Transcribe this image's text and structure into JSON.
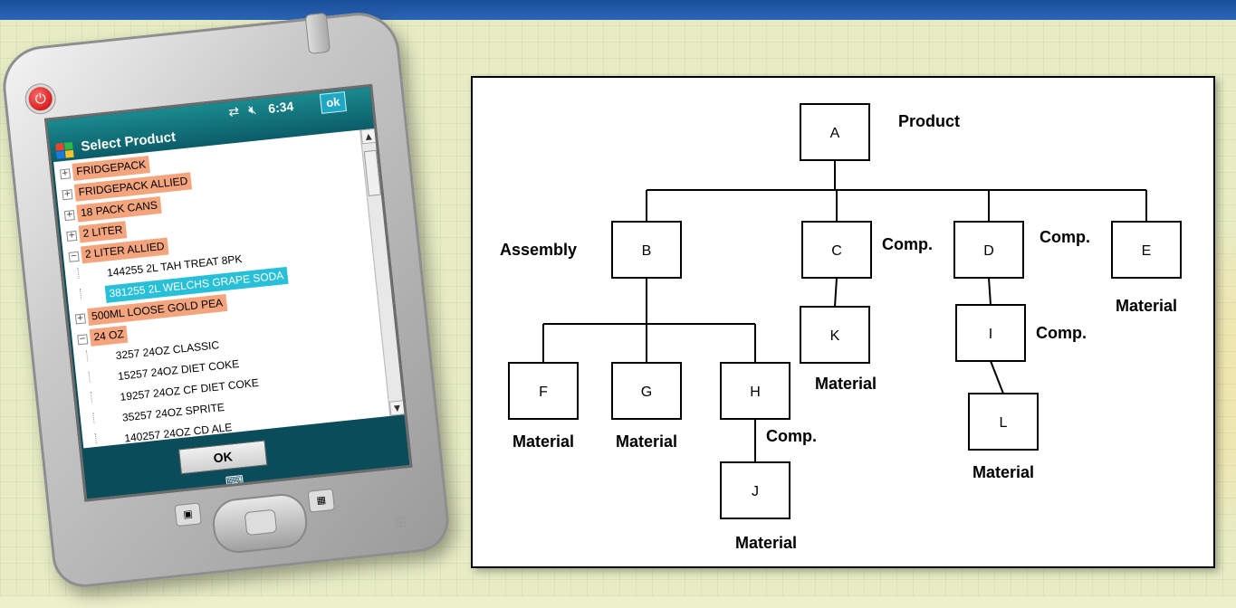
{
  "device": {
    "status": {
      "time": "6:34",
      "ok_label": "ok"
    },
    "app_title": "Select Product",
    "tree": [
      {
        "label": "FRIDGEPACK",
        "level": 0,
        "state": "collapsed",
        "style": "hl"
      },
      {
        "label": "FRIDGEPACK ALLIED",
        "level": 0,
        "state": "collapsed",
        "style": "hl"
      },
      {
        "label": "18 PACK  CANS",
        "level": 0,
        "state": "collapsed",
        "style": "hl"
      },
      {
        "label": "2 LITER",
        "level": 0,
        "state": "collapsed",
        "style": "hl"
      },
      {
        "label": "2 LITER ALLIED",
        "level": 0,
        "state": "expanded",
        "style": "hl"
      },
      {
        "label": "144255 2L TAH TREAT 8PK",
        "level": 1,
        "state": "leaf",
        "style": "plain"
      },
      {
        "label": "381255 2L WELCHS GRAPE SODA",
        "level": 1,
        "state": "leaf",
        "style": "sel"
      },
      {
        "label": "500ML LOOSE GOLD PEA",
        "level": 0,
        "state": "collapsed",
        "style": "hl"
      },
      {
        "label": "24 OZ",
        "level": 0,
        "state": "expanded",
        "style": "hl"
      },
      {
        "label": "3257 24OZ CLASSIC",
        "level": 1,
        "state": "leaf",
        "style": "plain"
      },
      {
        "label": "15257 24OZ DIET COKE",
        "level": 1,
        "state": "leaf",
        "style": "plain"
      },
      {
        "label": "19257 24OZ CF DIET COKE",
        "level": 1,
        "state": "leaf",
        "style": "plain"
      },
      {
        "label": "35257 24OZ SPRITE",
        "level": 1,
        "state": "leaf",
        "style": "plain"
      },
      {
        "label": "140257 24OZ CD ALE",
        "level": 1,
        "state": "leaf",
        "style": "plain"
      }
    ],
    "ok_button_label": "OK"
  },
  "diagram": {
    "nodes": [
      {
        "id": "A",
        "label": "A"
      },
      {
        "id": "B",
        "label": "B"
      },
      {
        "id": "C",
        "label": "C"
      },
      {
        "id": "D",
        "label": "D"
      },
      {
        "id": "E",
        "label": "E"
      },
      {
        "id": "F",
        "label": "F"
      },
      {
        "id": "G",
        "label": "G"
      },
      {
        "id": "H",
        "label": "H"
      },
      {
        "id": "K",
        "label": "K"
      },
      {
        "id": "I",
        "label": "I"
      },
      {
        "id": "J",
        "label": "J"
      },
      {
        "id": "L",
        "label": "L"
      }
    ],
    "notes": [
      {
        "for": "A",
        "text": "Product"
      },
      {
        "for": "B",
        "text": "Assembly"
      },
      {
        "for": "C",
        "text": "Comp."
      },
      {
        "for": "D",
        "text": "Comp."
      },
      {
        "for": "E",
        "text": "Material"
      },
      {
        "for": "F",
        "text": "Material"
      },
      {
        "for": "G",
        "text": "Material"
      },
      {
        "for": "H",
        "text": "Comp."
      },
      {
        "for": "K",
        "text": "Material"
      },
      {
        "for": "I",
        "text": "Comp."
      },
      {
        "for": "J",
        "text": "Material"
      },
      {
        "for": "L",
        "text": "Material"
      }
    ]
  }
}
